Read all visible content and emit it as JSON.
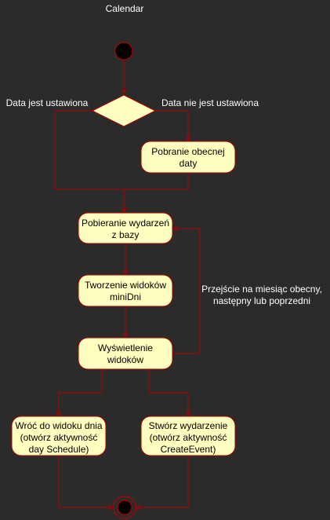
{
  "diagram": {
    "title": "Calendar",
    "decision": {
      "left_label": "Data jest ustawiona",
      "right_label": "Data nie jest ustawiona"
    },
    "nodes": {
      "get_date": [
        "Pobranie obecnej",
        "daty"
      ],
      "fetch_events": [
        "Pobieranie wydarzeń",
        "z bazy"
      ],
      "create_views": [
        "Tworzenie widoków",
        "miniDni"
      ],
      "show_views": [
        "Wyświetlenie",
        "widoków"
      ],
      "back_day": [
        "Wróć do widoku dnia",
        "(otwórz aktywność",
        "day Schedule)"
      ],
      "create_event": [
        "Stwórz wydarzenie",
        "(otwórz aktywność",
        "CreateEvent)"
      ]
    },
    "loop_label": [
      "Przejście na miesiąc obecny,",
      "następny lub poprzedni"
    ]
  },
  "colors": {
    "background": "#2b2b2b",
    "node_fill": "#ffffc0",
    "line": "#b20000",
    "text_light": "#ffffff",
    "text_dark": "#000000"
  }
}
